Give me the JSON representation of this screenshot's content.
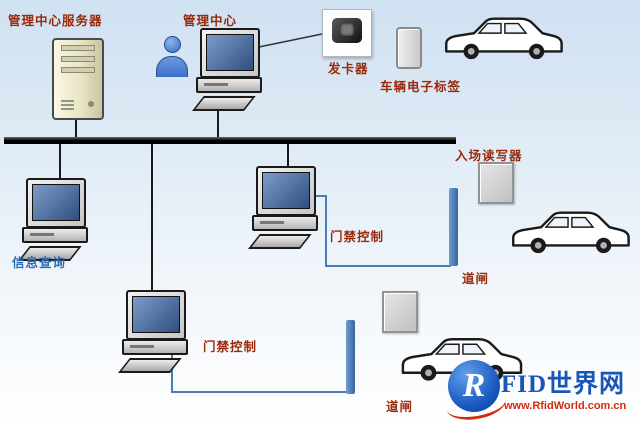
{
  "diagram": {
    "labels": {
      "server": "管理中心服务器",
      "mgmt": "管理中心",
      "issuer": "发卡器",
      "vehicle_tag": "车辆电子标签",
      "info_query": "信息查询",
      "entry_reader": "入场读写器",
      "access1": "门禁控制",
      "barrier1": "道闸",
      "access2": "门禁控制",
      "barrier2": "道闸"
    }
  },
  "logo": {
    "r": "R",
    "name": "FID世界网",
    "url": "www.RfidWorld.com.cn"
  },
  "colors": {
    "label_text": "#9a2a0c",
    "query_text": "#2f6cb3",
    "barrier_bar": "#4a7db8",
    "connector_blue": "#4a7db8",
    "bus_line": "#000000",
    "logo_blue": "#1a55b8",
    "logo_red": "#d42a10",
    "bg_top": "#d0e1f2",
    "bg_bottom": "#ffffff"
  }
}
